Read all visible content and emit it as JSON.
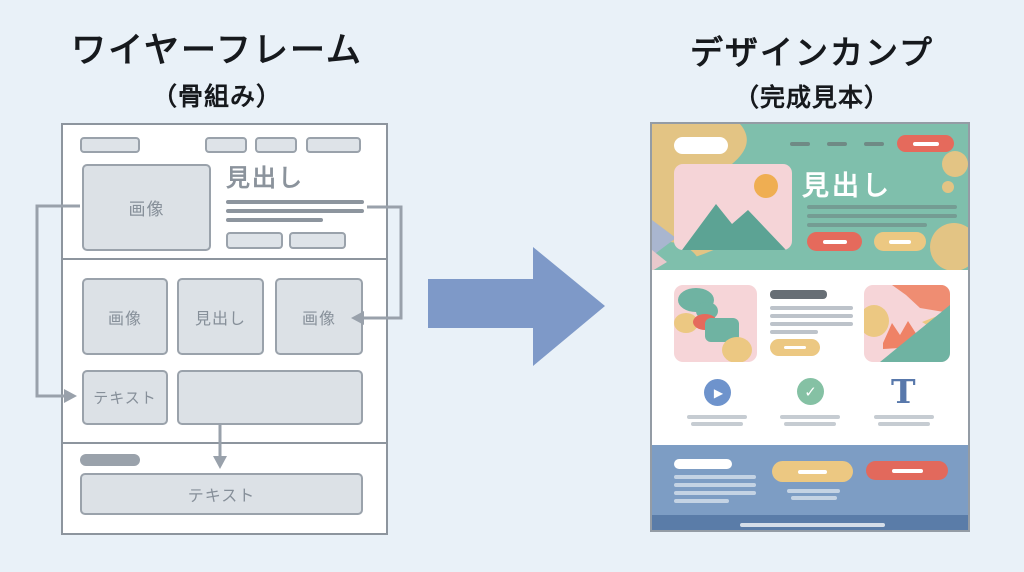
{
  "left_panel": {
    "title": "ワイヤーフレーム",
    "subtitle": "（骨組み）",
    "wireframe": {
      "hero_image_label": "画像",
      "hero_heading": "見出し",
      "grid_image1_label": "画像",
      "grid_heading_label": "見出し",
      "grid_image2_label": "画像",
      "grid_text_label": "テキスト",
      "footer_text_label": "テキスト"
    }
  },
  "arrow": {
    "direction": "right",
    "color": "#7e99c8"
  },
  "right_panel": {
    "title": "デザインカンプ",
    "subtitle": "（完成見本）",
    "design": {
      "hero_heading": "見出し",
      "play_icon": "play-triangle",
      "check_icon": "checkmark",
      "typography_letter": "T"
    }
  },
  "colors": {
    "background": "#e9f1f8",
    "wireframe_gray": "#9aa2ab",
    "teal": "#7fbfac",
    "tan": "#e3c484",
    "pink": "#f5d4d7",
    "sun_orange": "#efae52",
    "coral_red": "#e56a5c",
    "yellow": "#ecc882",
    "mountain_teal": "#5ca394",
    "play_blue": "#6e93cc",
    "check_green": "#85c1a4",
    "footer_blue": "#7d9dc4",
    "footer_dark_blue": "#5a7ca8",
    "arrow_blue": "#7e99c8"
  }
}
